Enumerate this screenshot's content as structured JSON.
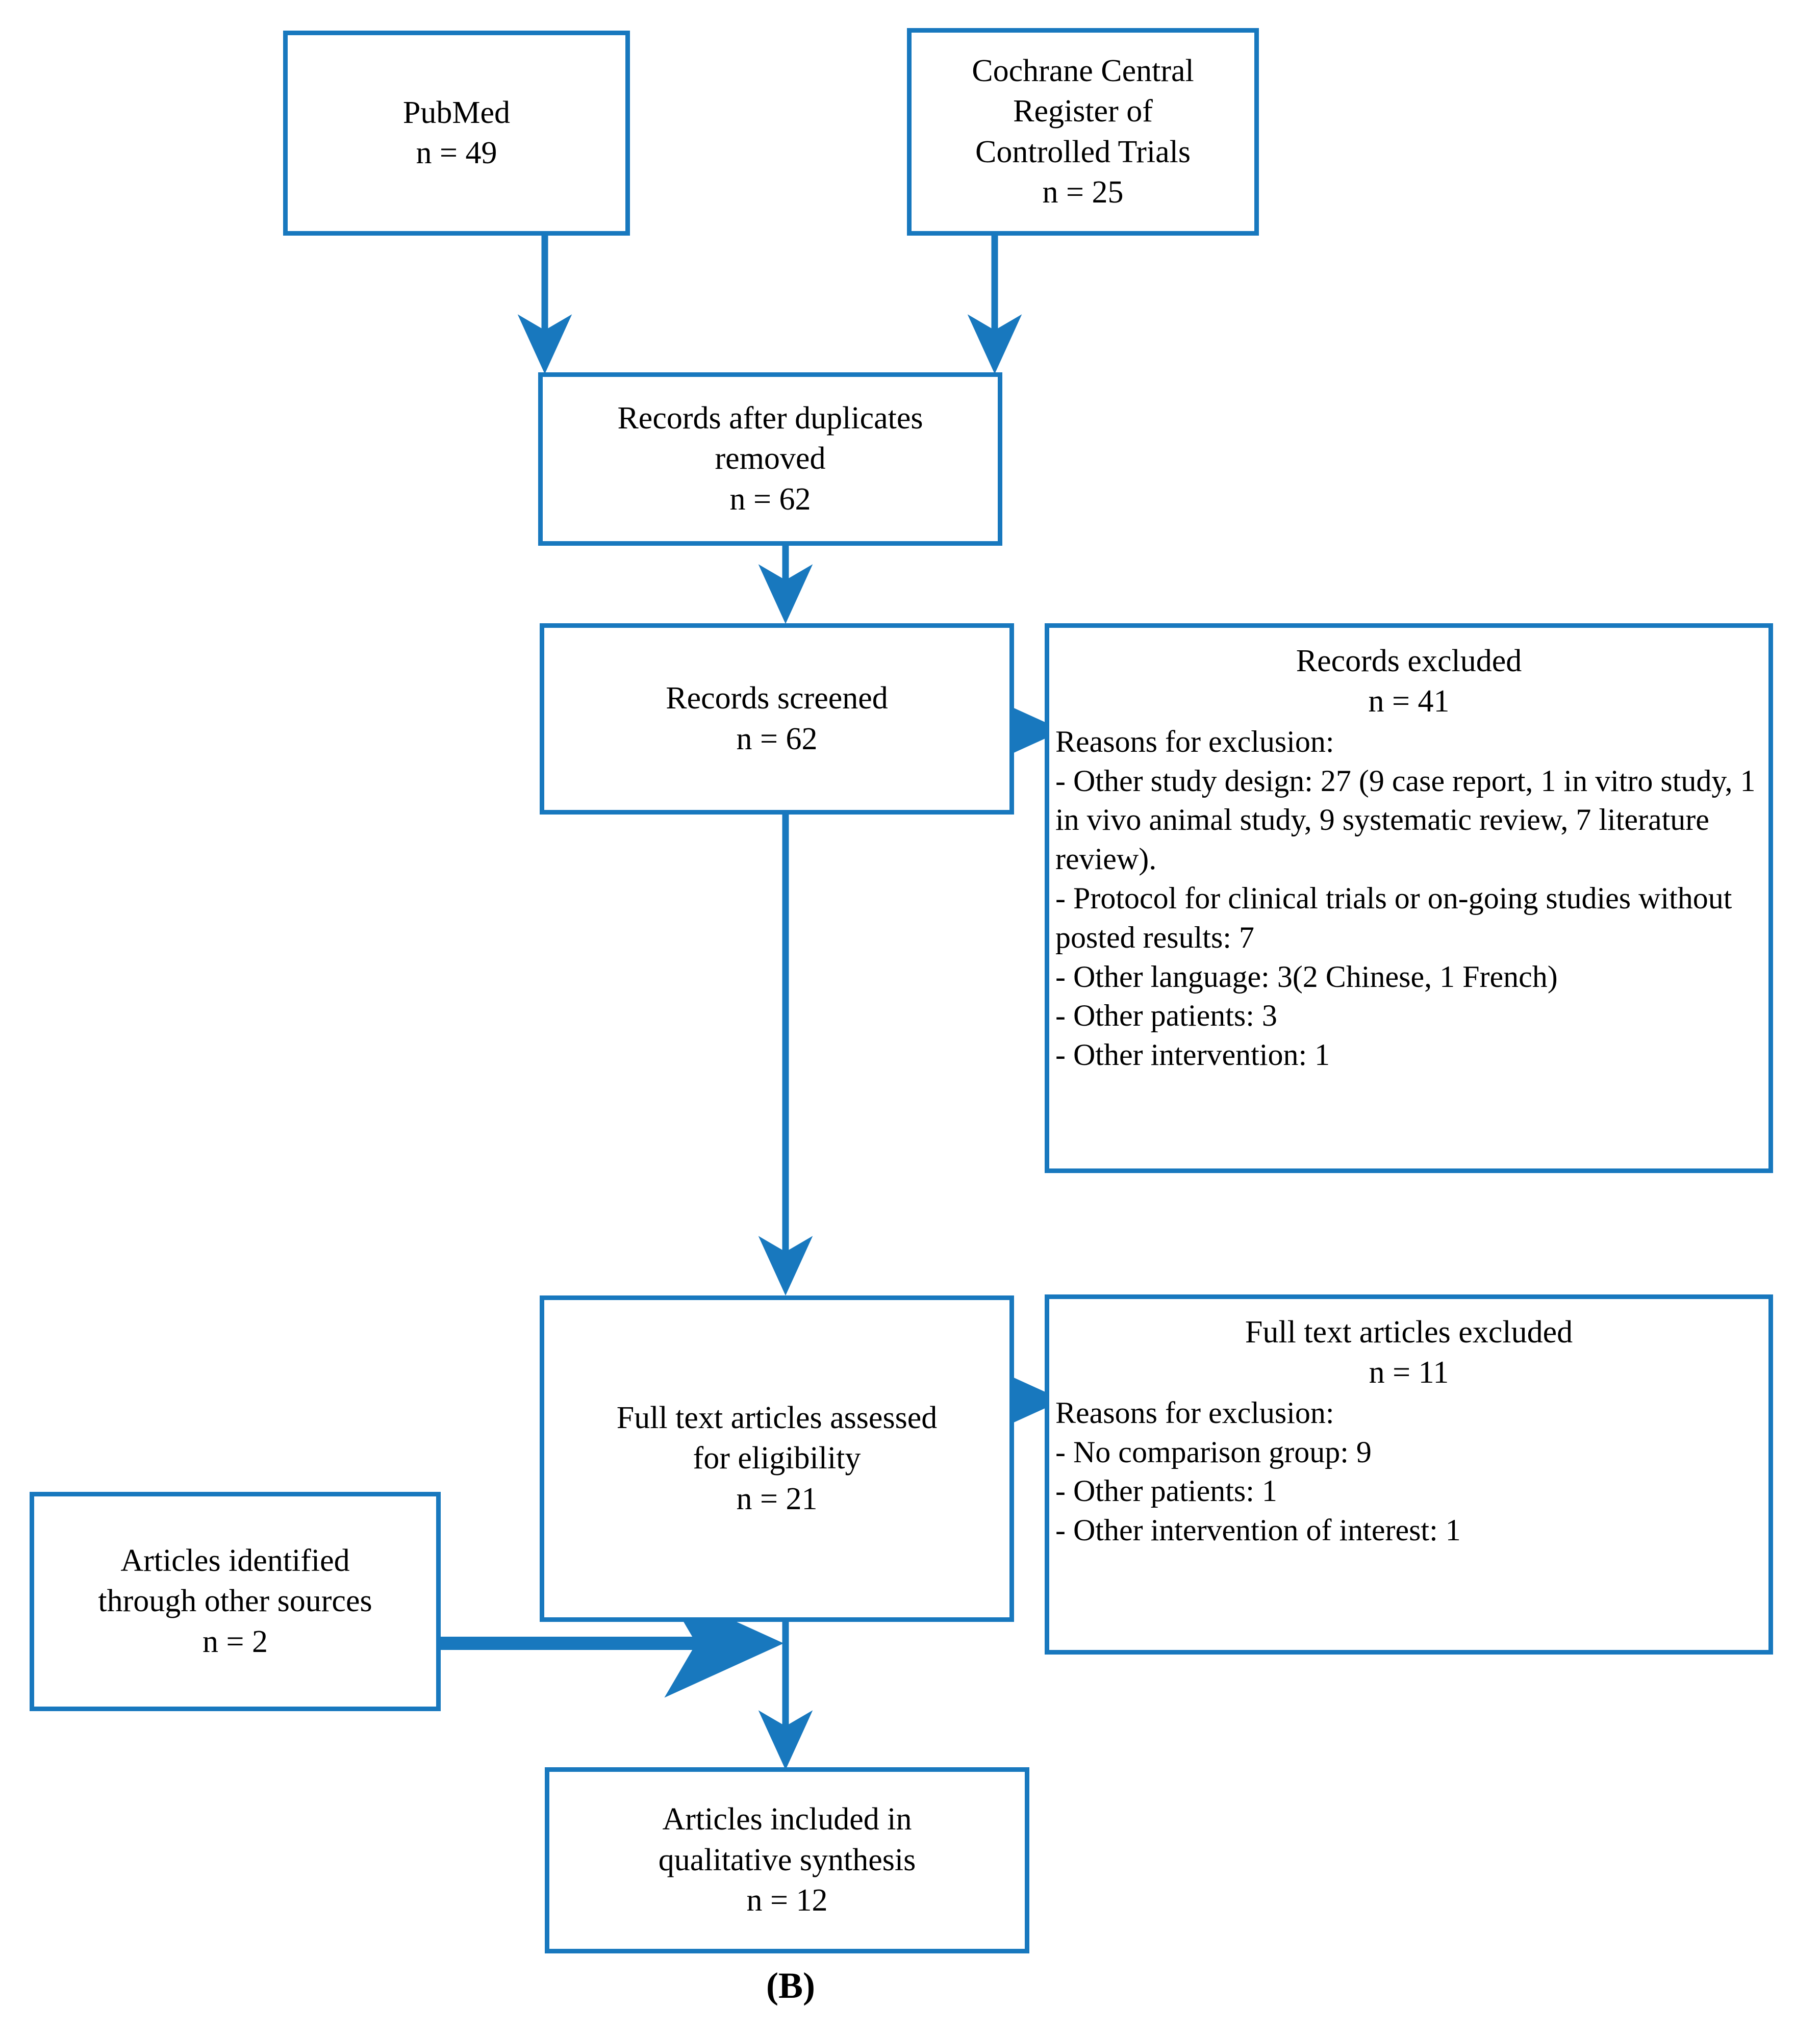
{
  "figure": {
    "panel_label": "(B)",
    "accent_color": "#1878BE",
    "background_color": "#FFFFFF",
    "text_color": "#000000"
  },
  "chart_data": {
    "type": "flowchart",
    "title": "PRISMA study selection flow diagram (B)",
    "nodes": [
      {
        "id": "pubmed",
        "lines": [
          "PubMed",
          "n = 49"
        ],
        "count": 49
      },
      {
        "id": "cochrane",
        "lines": [
          "Cochrane Central",
          "Register of",
          "Controlled Trials",
          "n = 25"
        ],
        "count": 25
      },
      {
        "id": "duplicates-removed",
        "lines": [
          "Records after duplicates",
          "removed",
          "n = 62"
        ],
        "count": 62
      },
      {
        "id": "records-screened",
        "lines": [
          "Records screened",
          "n = 62"
        ],
        "count": 62
      },
      {
        "id": "records-excluded",
        "lines": [
          "Records excluded",
          "n = 41"
        ],
        "count": 41
      },
      {
        "id": "fulltext-assessed",
        "lines": [
          "Full text articles assessed",
          "for eligibility",
          "n = 21"
        ],
        "count": 21
      },
      {
        "id": "fulltext-excluded",
        "lines": [
          "Full text articles excluded",
          "n = 11"
        ],
        "count": 11
      },
      {
        "id": "other-sources",
        "lines": [
          "Articles identified",
          "through other sources",
          "n = 2"
        ],
        "count": 2
      },
      {
        "id": "included",
        "lines": [
          "Articles included in",
          "qualitative synthesis",
          "n = 12"
        ],
        "count": 12
      }
    ],
    "edges": [
      {
        "from": "pubmed",
        "to": "duplicates-removed"
      },
      {
        "from": "cochrane",
        "to": "duplicates-removed"
      },
      {
        "from": "duplicates-removed",
        "to": "records-screened"
      },
      {
        "from": "records-screened",
        "to": "records-excluded"
      },
      {
        "from": "records-screened",
        "to": "fulltext-assessed"
      },
      {
        "from": "fulltext-assessed",
        "to": "fulltext-excluded"
      },
      {
        "from": "fulltext-assessed",
        "to": "included"
      },
      {
        "from": "other-sources",
        "to": "included"
      }
    ]
  },
  "boxes": {
    "pubmed": {
      "line1": "PubMed",
      "line2": "n = 49"
    },
    "cochrane": {
      "line1": "Cochrane Central",
      "line2": "Register of",
      "line3": "Controlled Trials",
      "line4": "n = 25"
    },
    "duplicates": {
      "line1": "Records after duplicates",
      "line2": "removed",
      "line3": "n = 62"
    },
    "screened": {
      "line1": "Records screened",
      "line2": "n = 62"
    },
    "records_excluded": {
      "title": "Records excluded",
      "count": "n = 41",
      "reasons_heading": "Reasons for exclusion:",
      "reasons": [
        "- Other study design: 27 (9 case report, 1 in vitro study, 1 in vivo animal study, 9 systematic review, 7 literature review).",
        "- Protocol for clinical trials or on-going studies without posted results: 7",
        "- Other language: 3(2 Chinese, 1 French)",
        "- Other patients: 3",
        "- Other intervention: 1"
      ]
    },
    "fulltext_assessed": {
      "line1": "Full text articles assessed",
      "line2": "for eligibility",
      "line3": "n = 21"
    },
    "fulltext_excluded": {
      "title": "Full text articles excluded",
      "count": "n = 11",
      "reasons_heading": "Reasons for exclusion:",
      "reasons": [
        "- No comparison group: 9",
        "- Other patients: 1",
        "- Other intervention of interest: 1"
      ]
    },
    "other_sources": {
      "line1": "Articles identified",
      "line2": "through other sources",
      "line3": "n = 2"
    },
    "included": {
      "line1": "Articles included in",
      "line2": "qualitative synthesis",
      "line3": "n = 12"
    }
  }
}
